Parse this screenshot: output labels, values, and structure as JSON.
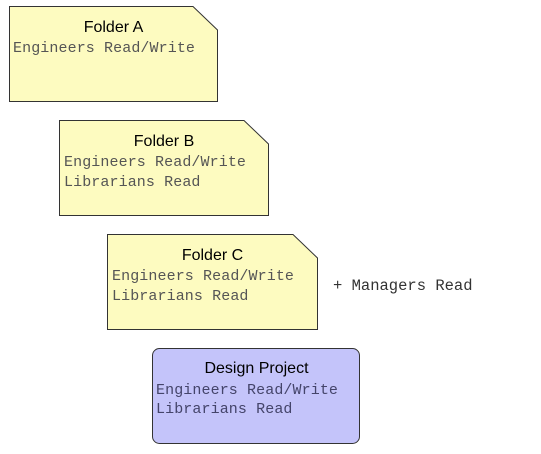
{
  "colors": {
    "folder_fill": "#fdfbc0",
    "folder_stroke": "#333333",
    "project_fill": "#c4c4fa",
    "project_stroke": "#333333"
  },
  "nodes": [
    {
      "kind": "folder",
      "title": "Folder A",
      "lines": [
        "Engineers Read/Write"
      ]
    },
    {
      "kind": "folder",
      "title": "Folder B",
      "lines": [
        "Engineers Read/Write",
        "Librarians Read"
      ]
    },
    {
      "kind": "folder",
      "title": "Folder C",
      "lines": [
        "Engineers Read/Write",
        "Librarians Read"
      ]
    },
    {
      "kind": "project",
      "title": "Design Project",
      "lines": [
        "Engineers Read/Write",
        "Librarians Read"
      ]
    }
  ],
  "annotation": {
    "text": "+ Managers Read"
  }
}
